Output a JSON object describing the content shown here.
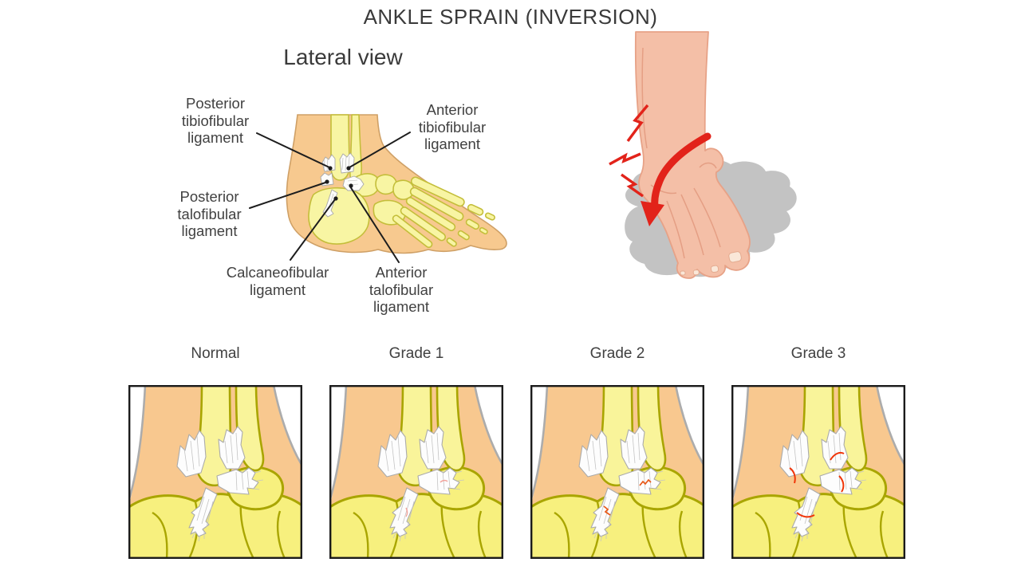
{
  "title": "ANKLE SPRAIN (INVERSION)",
  "lateral_view": {
    "heading": "Lateral view",
    "labels": {
      "posterior_tibiofibular": "Posterior\ntibiofibular\nligament",
      "anterior_tibiofibular": "Anterior\ntibiofibular\nligament",
      "posterior_talofibular": "Posterior\ntalofibular\nligament",
      "calcaneofibular": "Calcaneofibular\nligament",
      "anterior_talofibular": "Anterior\ntalofibular\nligament"
    }
  },
  "grades": {
    "items": [
      {
        "label": "Normal"
      },
      {
        "label": "Grade 1"
      },
      {
        "label": "Grade 2"
      },
      {
        "label": "Grade 3"
      }
    ]
  },
  "colors": {
    "skin": "#F7C98F",
    "panel_skin": "#F8C88F",
    "bone": "#F8F5A3",
    "panel_bone": "#F7F07E",
    "bone_stroke": "#A9A500",
    "ligament": "#FDFDFD",
    "leg_skin": "#F4BFA7",
    "ground_shadow": "#C3C3C3",
    "injury_red": "#E2231A",
    "tear_red": "#F03508",
    "text": "#3d3d3d"
  }
}
